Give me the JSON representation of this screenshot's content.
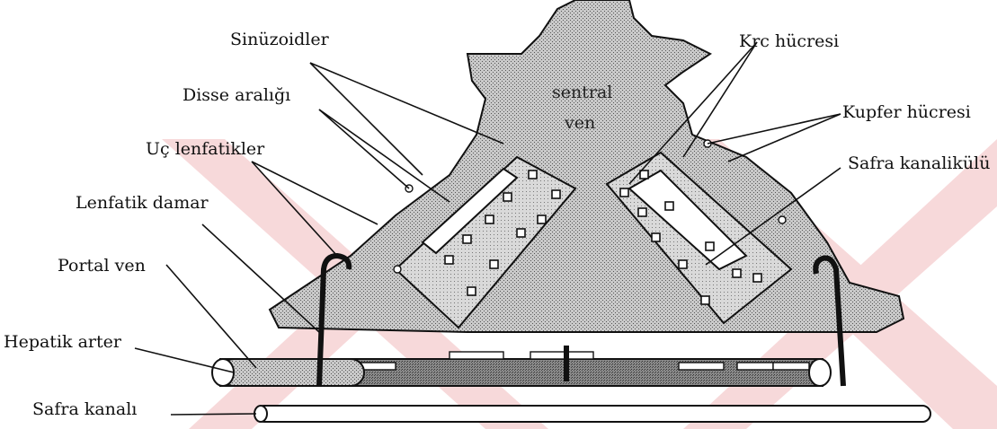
{
  "labels": {
    "sinuzoidler": "Sinüzoidler",
    "disse": "Disse aralığı",
    "uc_lenfatikler": "Uç lenfatikler",
    "lenfatik_damar": "Lenfatik damar",
    "portal_ven": "Portal ven",
    "hepatik_arter": "Hepatik arter",
    "safra_kanali": "Safra kanalı",
    "krc": "Krc hücresi",
    "kupfer": "Kupfer hücresi",
    "safra_kanalikulu": "Safra kanalikülü",
    "sentral_line1": "sentral",
    "sentral_line2": "ven"
  },
  "colors": {
    "watermark": "#f7d5d7",
    "stipple_dark": "#6b6b6b",
    "stipple_light": "#bdbdbd",
    "outline": "#111111"
  }
}
